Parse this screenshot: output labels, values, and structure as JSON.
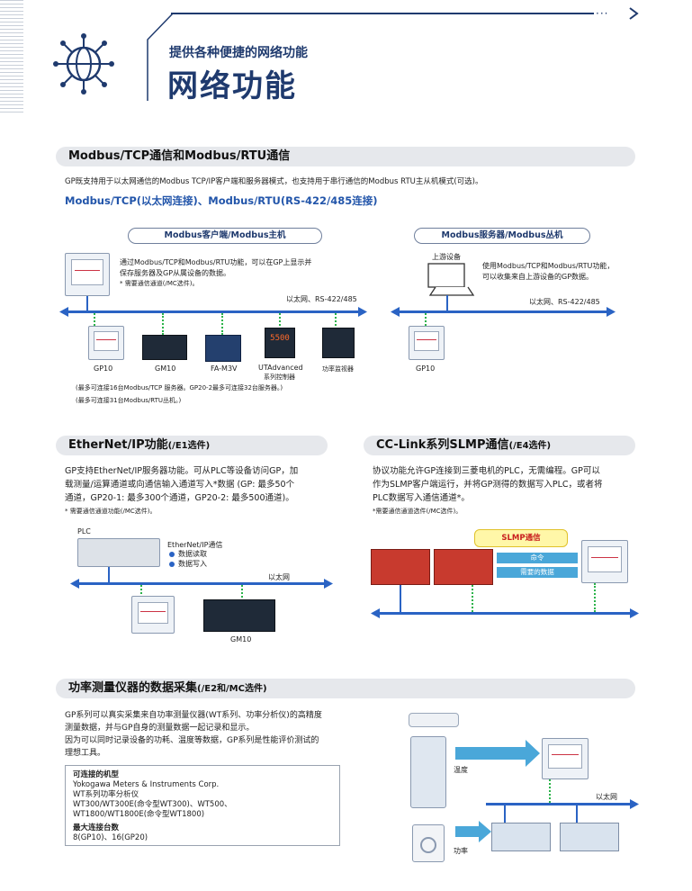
{
  "header": {
    "subtitle": "提供各种便捷的网络功能",
    "title": "网络功能"
  },
  "modbus": {
    "heading": "Modbus/TCP通信和Modbus/RTU通信",
    "intro": "GP既支持用于以太网通信的Modbus TCP/IP客户端和服务器模式，也支持用于串行通信的Modbus RTU主从机模式(可选)。",
    "subheading": "Modbus/TCP(以太网连接)、Modbus/RTU(RS-422/485连接)",
    "client": {
      "pill": "Modbus客户端/Modbus主机",
      "desc1": "通过Modbus/TCP和Modbus/RTU功能，可以在GP上显示并",
      "desc2": "保存服务器及GP从属设备的数据。",
      "note": "* 需要通信通道(/MC选件)。",
      "bus_label": "以太网、RS-422/485",
      "devices": [
        "GP10",
        "GM10",
        "FA-M3V",
        "UTAdvanced",
        "功率监视器"
      ],
      "device_sub": "系列控制器",
      "digits": "5500",
      "limit1": "(最多可连接16台Modbus/TCP 服务器。GP20-2最多可连接32台服务器。)",
      "limit2": "(最多可连接31台Modbus/RTU丛机。)"
    },
    "server": {
      "pill": "Modbus服务器/Modbus丛机",
      "upstream": "上游设备",
      "desc1": "使用Modbus/TCP和Modbus/RTU功能，",
      "desc2": "可以收集来自上游设备的GP数据。",
      "bus_label": "以太网、RS-422/485",
      "device": "GP10"
    }
  },
  "ethernetip": {
    "heading": "EtherNet/IP功能",
    "suffix": "(/E1选件)",
    "para1": "GP支持EtherNet/IP服务器功能。可从PLC等设备访问GP，加",
    "para2": "载测量/运算通道或向通信输入通道写入*数据 (GP: 最多50个",
    "para3": "通道，GP20-1: 最多300个通道，GP20-2: 最多500通道)。",
    "note": "* 需要通信通道功能(/MC选件)。",
    "plc": "PLC",
    "legend_title": "EtherNet/IP通信",
    "legend_read": "数据读取",
    "legend_write": "数据写入",
    "bus_label": "以太网",
    "gm": "GM10"
  },
  "cclink": {
    "heading": "CC-Link系列SLMP通信",
    "suffix": "(/E4选件)",
    "para1": "协议功能允许GP连接到三菱电机的PLC，无需编程。GP可以",
    "para2": "作为SLMP客户端运行，并将GP测得的数据写入PLC，或者将",
    "para3": "PLC数据写入通信通道*。",
    "note": "*需要通信通道选件(/MC选件)。",
    "callout": "SLMP通信",
    "cmd": "命令",
    "req": "需要的数据"
  },
  "power": {
    "heading": "功率测量仪器的数据采集",
    "suffix": "(/E2和/MC选件)",
    "p1": "GP系列可以真实采集来自功率测量仪器(WT系列、功率分析仪)的高精度",
    "p2": "测量数据，并与GP自身的测量数据一起记录和显示。",
    "p3": "因为可以同时记录设备的功耗、温度等数据，GP系列是性能评价测试的",
    "p4": "理想工具。",
    "box_title1": "可连接的机型",
    "box_l1": "Yokogawa Meters & Instruments Corp.",
    "box_l2": "WT系列功率分析仪",
    "box_l3": "WT300/WT300E(命令型WT300)、WT500、",
    "box_l4": "WT1800/WT1800E(命令型WT1800)",
    "box_title2": "最大连接台数",
    "box_l5": "8(GP10)、16(GP20)",
    "temp": "温度",
    "power": "功率",
    "bus_label": "以太网"
  },
  "colors": {
    "navy": "#1f3a6e",
    "bus": "#2a63c4",
    "dash": "#2bb34a",
    "bar": "#e6e8ec"
  }
}
